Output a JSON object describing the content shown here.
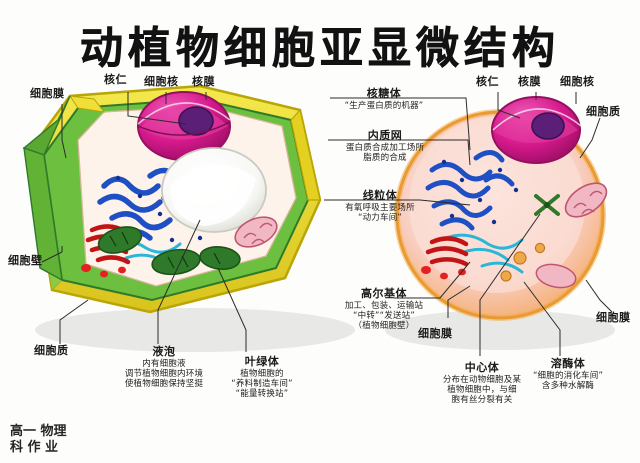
{
  "title": "动植物细胞亚显微结构",
  "corner_note": "高一  物理\n科  作  业",
  "diagram": {
    "type": "biology-cell-diagram",
    "left_cell": "植物细胞",
    "right_cell": "动物细胞"
  },
  "labels": {
    "cell_membrane_left": {
      "head": "细胞膜",
      "sub": ""
    },
    "nucleolus": {
      "head": "核仁",
      "sub": ""
    },
    "nucleus_left": {
      "head": "细胞核",
      "sub": ""
    },
    "nuclear_envelope_left": {
      "head": "核膜",
      "sub": ""
    },
    "nucleolus_right": {
      "head": "核仁",
      "sub": ""
    },
    "nuclear_envelope_right": {
      "head": "核膜",
      "sub": ""
    },
    "nucleus_right": {
      "head": "细胞核",
      "sub": ""
    },
    "cytoplasm_right": {
      "head": "细胞质",
      "sub": ""
    },
    "ribosome": {
      "head": "核糖体",
      "sub": "“生产蛋白质的机器”"
    },
    "endoplasmic_reticulum": {
      "head": "内质网",
      "sub1": "蛋白质合成加工场所",
      "sub2": "脂质的合成"
    },
    "mitochondrion": {
      "head": "线粒体",
      "sub1": "有氧呼吸主要场所",
      "sub2": "“动力车间”"
    },
    "golgi": {
      "head": "高尔基体",
      "sub1": "加工、包装、运输站",
      "sub2": "“中转”“发送站”",
      "sub3": "（植物细胞壁）"
    },
    "cell_membrane_right": {
      "head": "细胞膜",
      "sub": ""
    },
    "cell_wall": {
      "head": "细胞壁",
      "sub": ""
    },
    "cytoplasm_left": {
      "head": "细胞质",
      "sub": ""
    },
    "vacuole": {
      "head": "液泡",
      "sub1": "内有细胞液",
      "sub2": "调节植物细胞内环境",
      "sub3": "使植物细胞保持坚挺"
    },
    "chloroplast": {
      "head": "叶绿体",
      "sub1": "植物细胞的",
      "sub2": "“养料制造车间”",
      "sub3": "“能量转换站”"
    },
    "centrosome": {
      "head": "中心体",
      "sub1": "分布在动物细胞及某",
      "sub2": "植物细胞中，与细",
      "sub3": "胞有丝分裂有关"
    },
    "lysosome": {
      "head": "溶酶体",
      "sub1": "“细胞的消化车间”",
      "sub2": "含多种水解酶"
    },
    "cell_membrane_far_right": {
      "head": "细胞膜",
      "sub": ""
    }
  },
  "colors": {
    "plant_wall": "#e8d832",
    "plant_cytoplasm": "#6cbf3f",
    "nucleus_magenta": "#d6198c",
    "nucleolus_purple": "#5b1f78",
    "er_blue": "#1f4fc4",
    "golgi_red": "#e52020",
    "chloroplast_green": "#2f7a2a",
    "mito_pink": "#e06a88",
    "animal_membrane_orange": "#f2a93b",
    "animal_cytoplasm_pink": "#f7c9c1",
    "vacuole_white": "#fdfdfd",
    "ink": "#1b1b1b"
  }
}
